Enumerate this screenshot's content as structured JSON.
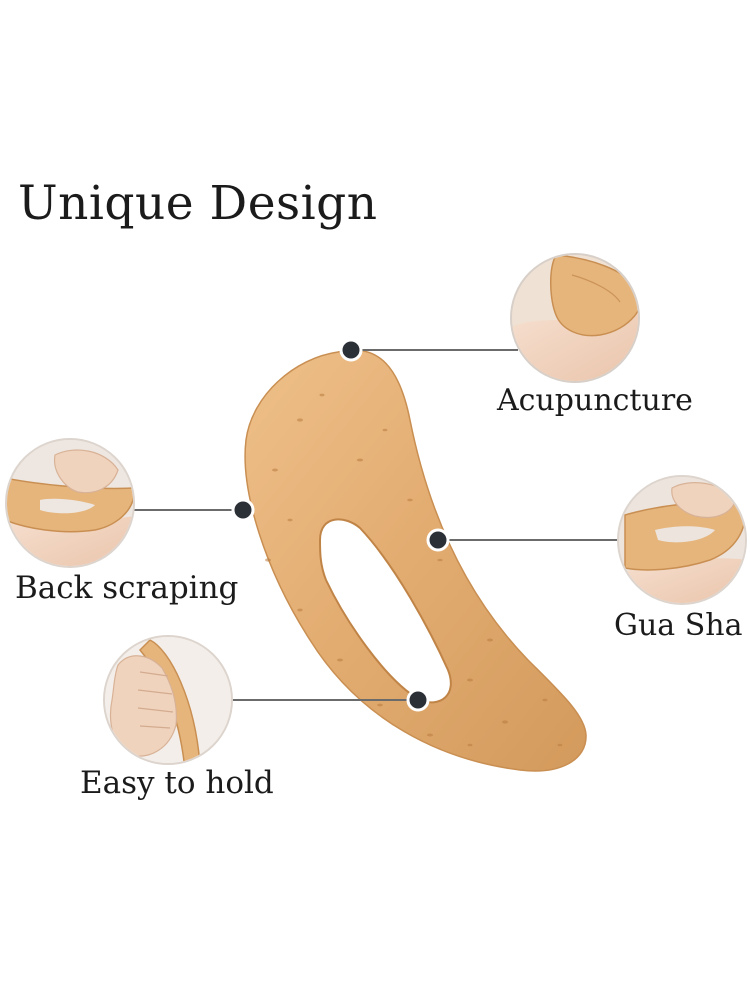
{
  "title": "Unique Design",
  "features": {
    "acupuncture": "Acupuncture",
    "back_scraping": "Back scraping",
    "gua_sha": "Gua Sha",
    "easy_to_hold": "Easy to hold"
  },
  "colors": {
    "wood_light": "#e8bb82",
    "wood_mid": "#d9a468",
    "wood_dark": "#b87d44",
    "skin": "#f1d2bd",
    "leader_line": "#6b6b6b",
    "dot": "#2b2f36"
  }
}
